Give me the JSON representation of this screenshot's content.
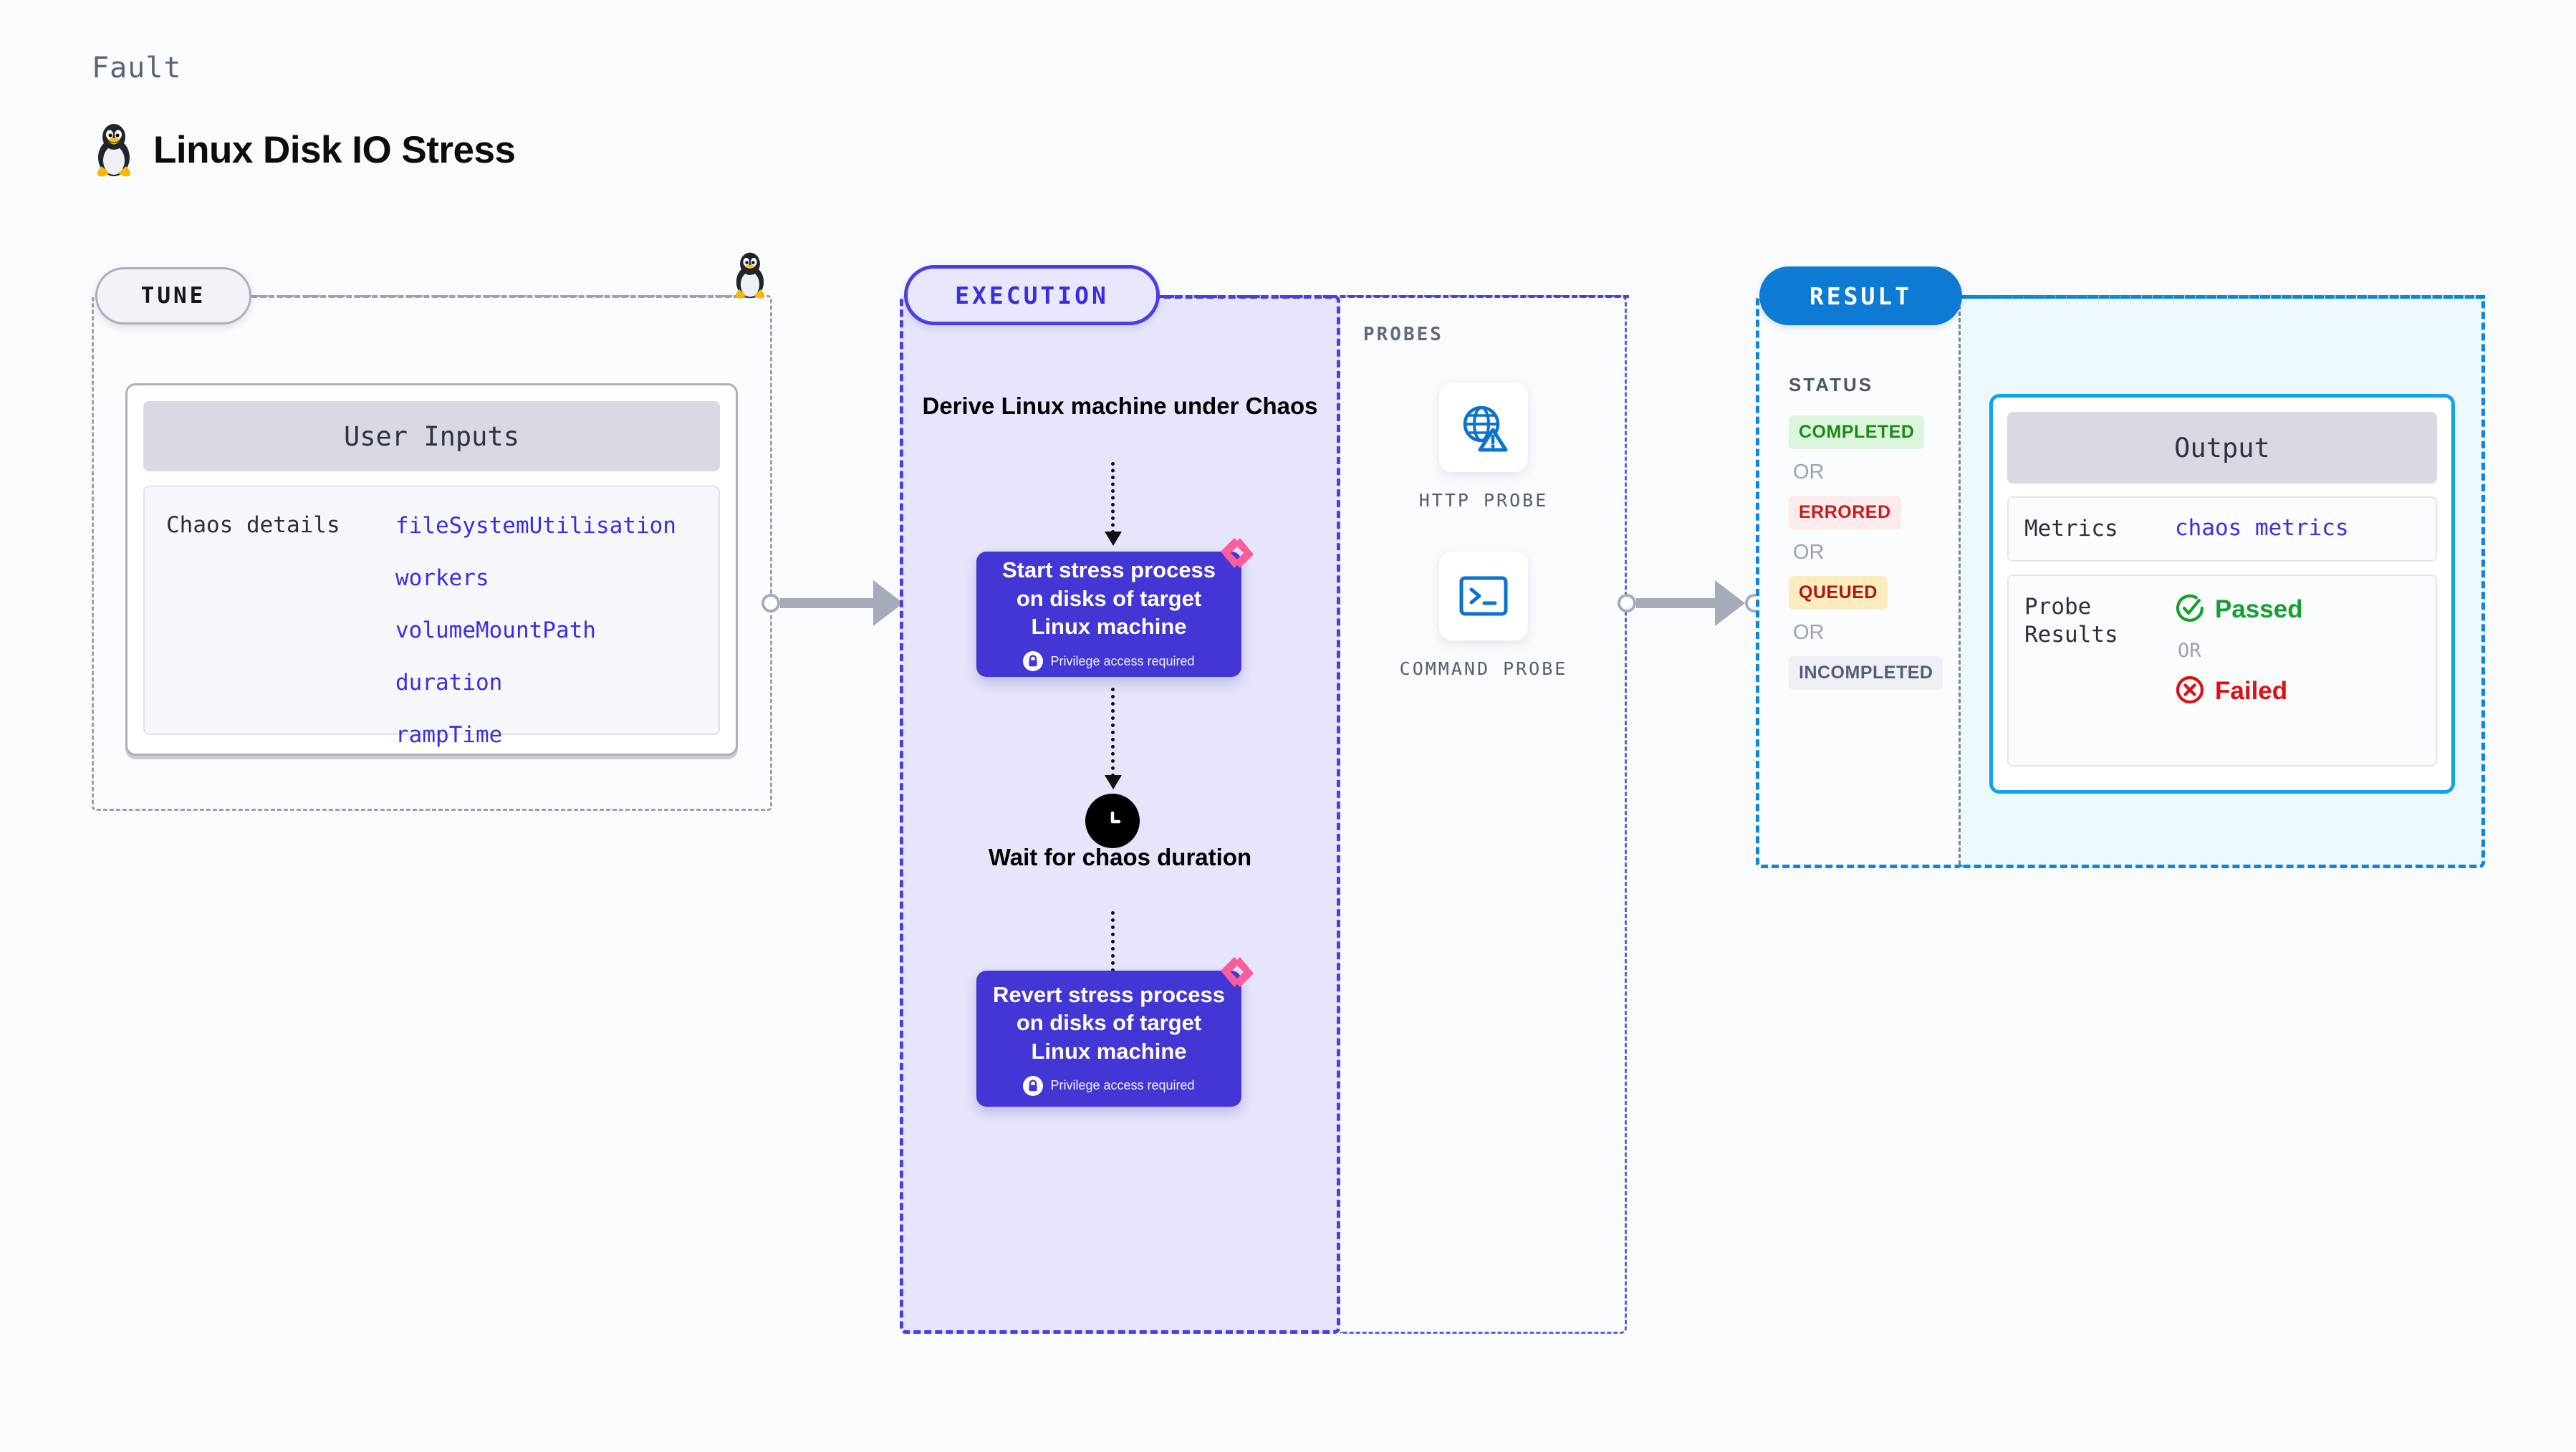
{
  "header": {
    "kicker": "Fault",
    "title": "Linux Disk IO Stress",
    "icon": "linux-tux-icon"
  },
  "tune": {
    "chip_label": "TUNE",
    "card": {
      "header": "User Inputs",
      "key": "Chaos details",
      "values": [
        "fileSystemUtilisation",
        "workers",
        "volumeMountPath",
        "duration",
        "rampTime"
      ]
    }
  },
  "execution": {
    "chip_label": "EXECUTION",
    "steps": [
      {
        "type": "text",
        "label": "Derive Linux machine under Chaos"
      },
      {
        "type": "box",
        "label": "Start stress process on disks of target Linux machine",
        "badge": "Privilege access required"
      },
      {
        "type": "clock",
        "label": "Wait for chaos duration"
      },
      {
        "type": "box",
        "label": "Revert stress process on disks of target Linux machine",
        "badge": "Privilege access required"
      }
    ]
  },
  "probes": {
    "title": "PROBES",
    "items": [
      {
        "icon": "globe-warning-icon",
        "label": "HTTP PROBE"
      },
      {
        "icon": "terminal-icon",
        "label": "COMMAND PROBE"
      }
    ]
  },
  "result": {
    "chip_label": "RESULT",
    "status_title": "STATUS",
    "or_label": "OR",
    "statuses": [
      {
        "label": "COMPLETED",
        "color": "#1a8a1a",
        "bg": "#dcf5dc"
      },
      {
        "label": "ERRORED",
        "color": "#c71d1d",
        "bg": "#fdeaea"
      },
      {
        "label": "QUEUED",
        "color": "#b01414",
        "bg": "#fcecbf"
      },
      {
        "label": "INCOMPLETED",
        "color": "#555d72",
        "bg": "#eff0f5"
      }
    ],
    "output": {
      "header": "Output",
      "metrics_key": "Metrics",
      "metrics_value": "chaos metrics",
      "probe_key": "Probe Results",
      "passed_label": "Passed",
      "failed_label": "Failed",
      "or_label": "OR"
    }
  },
  "colors": {
    "page_bg": "#fafbfd",
    "accent_purple": "#4436d4",
    "accent_blue": "#0d7bd4",
    "mono_blue": "#3b2de0",
    "pink_mark": "#fa5c9c",
    "connector_gray": "#a6abba"
  }
}
